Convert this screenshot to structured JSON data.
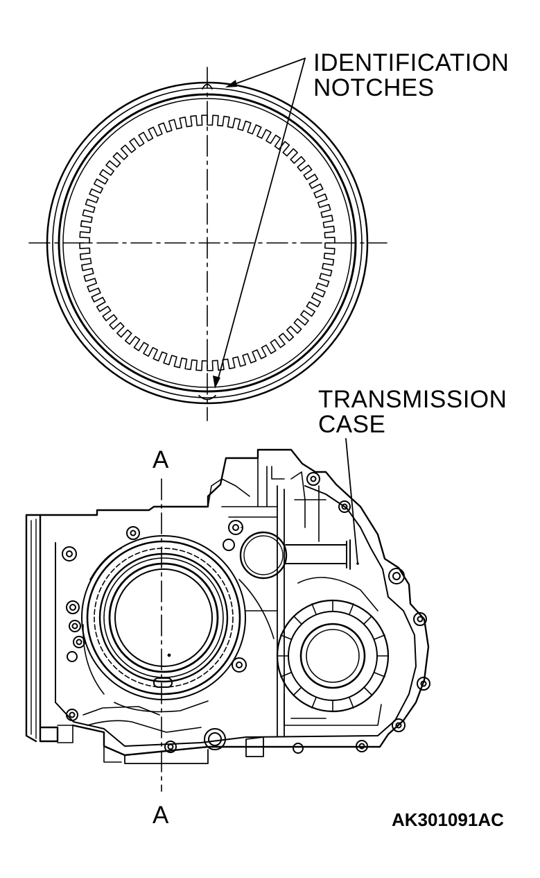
{
  "labels": {
    "identification_line1": "IDENTIFICATION",
    "identification_line2": "NOTCHES",
    "transmission_line1": "TRANSMISSION",
    "transmission_line2": "CASE",
    "section_top": "A",
    "section_bottom": "A",
    "figure_code": "AK301091AC"
  },
  "colors": {
    "ink": "#000000",
    "paper": "#ffffff"
  },
  "plate": {
    "spline_teeth": 72
  }
}
